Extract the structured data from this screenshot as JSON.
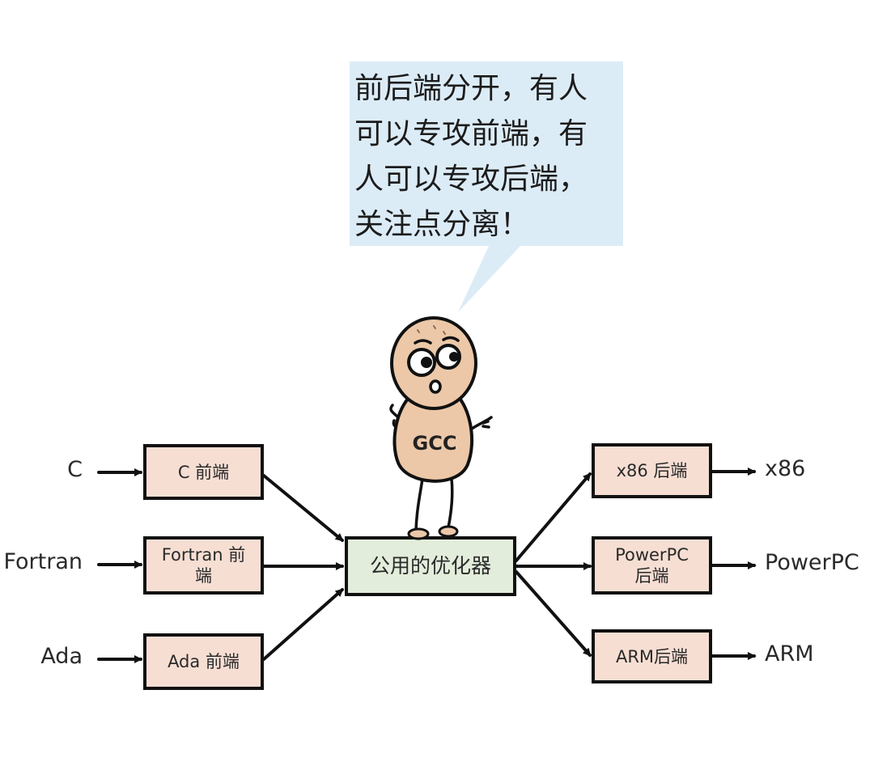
{
  "speech": {
    "lines": [
      "前后端分开，有人",
      "可以专攻前端，有",
      "人可以专攻后端，",
      "关注点分离！"
    ]
  },
  "character": {
    "label": "GCC"
  },
  "inputs": [
    {
      "language": "C",
      "frontend_lines": [
        "C 前端"
      ]
    },
    {
      "language": "Fortran",
      "frontend_lines": [
        "Fortran 前",
        "端"
      ]
    },
    {
      "language": "Ada",
      "frontend_lines": [
        "Ada 前端"
      ]
    }
  ],
  "optimizer": {
    "label": "公用的优化器"
  },
  "outputs": [
    {
      "backend_lines": [
        "x86 后端"
      ],
      "target": "x86"
    },
    {
      "backend_lines": [
        "PowerPC",
        "后端"
      ],
      "target": "PowerPC"
    },
    {
      "backend_lines": [
        "ARM后端"
      ],
      "target": "ARM"
    }
  ],
  "colors": {
    "speech_bubble": "#dcecf7",
    "frontend_box": "#f6ded3",
    "backend_box": "#f6ded3",
    "optimizer_box": "#e3eddb",
    "character_skin": "#ecc8a8",
    "outline": "#111111"
  }
}
